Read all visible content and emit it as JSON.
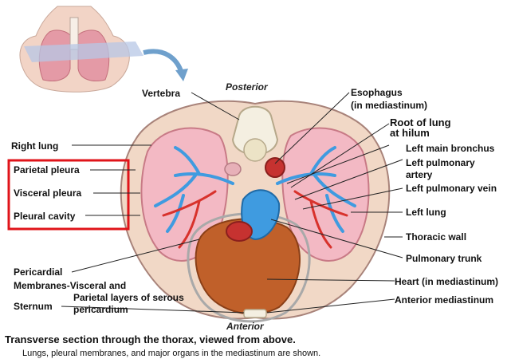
{
  "labels": {
    "posterior": "Posterior",
    "anterior": "Anterior",
    "vertebra": "Vertebra",
    "esophagus_1": "Esophagus",
    "esophagus_2": "(in mediastinum)",
    "root_1": "Root of lung",
    "root_2": "at hilum",
    "left_main_bronchus": "Left main bronchus",
    "left_pulmonary_artery_1": "Left pulmonary",
    "left_pulmonary_artery_2": "artery",
    "left_pulmonary_vein": "Left pulmonary vein",
    "left_lung": "Left lung",
    "thoracic_wall": "Thoracic wall",
    "pulmonary_trunk": "Pulmonary trunk",
    "heart": "Heart (in mediastinum)",
    "anterior_mediastinum": "Anterior mediastinum",
    "right_lung": "Right lung",
    "parietal_pleura": "Parietal pleura",
    "visceral_pleura": "Visceral pleura",
    "pleural_cavity": "Pleural cavity",
    "pericardial_1": "Pericardial",
    "pericardial_2": "Membranes-Visceral and",
    "pericardial_3": "Parietal layers of serous",
    "pericardial_4": "pericardium",
    "sternum": "Sternum"
  },
  "caption": {
    "title": "Transverse section through the thorax, viewed from above.",
    "subtitle": "Lungs, pleural membranes, and major organs in the mediastinum are shown."
  },
  "colors": {
    "highlight_box": "#e0141a",
    "tissue": "#f1d8c6",
    "lung": "#f3b9c4",
    "artery": "#3f9be0",
    "vein": "#d8322c",
    "heart": "#c0602a"
  }
}
